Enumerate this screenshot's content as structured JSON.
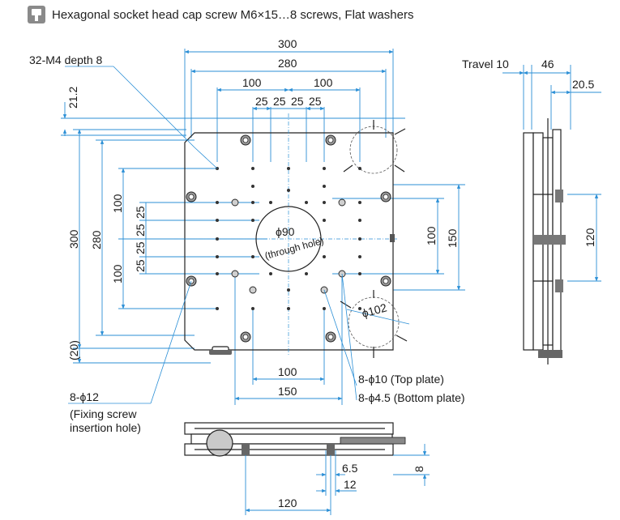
{
  "header": {
    "icon": "screw-icon",
    "text": "Hexagonal socket head cap screw M6×15…8 screws, Flat washers"
  },
  "top_view": {
    "dim_300_width": "300",
    "dim_280_width": "280",
    "dim_100_left": "100",
    "dim_100_right": "100",
    "dim_25_a": "25",
    "dim_25_b": "25",
    "dim_25_c": "25",
    "dim_25_d": "25",
    "dim_21_2": "21.2",
    "dim_300_height": "300",
    "dim_280_height": "280",
    "dim_100_upper": "100",
    "dim_100_lower": "100",
    "dim_25_v1": "25",
    "dim_25_v2": "25",
    "dim_25_v3": "25",
    "dim_25_v4": "25",
    "dim_100_right_v": "100",
    "dim_150_right_v": "150",
    "dim_20": "(20)",
    "dim_100_bottom": "100",
    "dim_150_bottom": "150",
    "center_hole_dia": "ϕ90",
    "center_hole_note": "(through hole)",
    "knob_dia": "ϕ102",
    "tapped_holes": "32-M4 depth 8",
    "top_plate_holes": "8-ϕ10 (Top plate)",
    "bottom_plate_holes": "8-ϕ4.5 (Bottom plate)",
    "fixing_hole_dia": "8-ϕ12",
    "fixing_hole_note_1": "(Fixing screw",
    "fixing_hole_note_2": "insertion hole)"
  },
  "side_view": {
    "travel": "Travel 10",
    "dim_46": "46",
    "dim_20_5": "20.5",
    "dim_120": "120"
  },
  "front_view": {
    "dim_8": "8",
    "dim_6_5": "6.5",
    "dim_12": "12",
    "dim_120": "120"
  }
}
